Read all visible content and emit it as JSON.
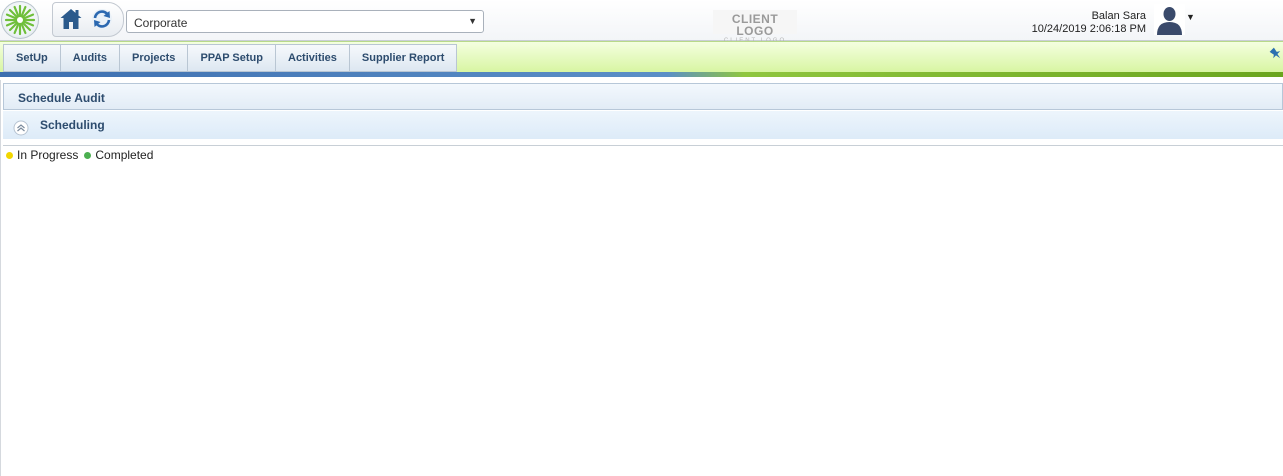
{
  "header": {
    "site_select": {
      "value": "Corporate"
    },
    "client_logo": {
      "main": "CLIENT LOGO",
      "sub": "CLIENT LOGO"
    },
    "user": {
      "name": "Balan Sara",
      "datetime": "10/24/2019 2:06:18 PM"
    }
  },
  "nav": {
    "tabs": [
      {
        "label": "SetUp"
      },
      {
        "label": "Audits"
      },
      {
        "label": "Projects"
      },
      {
        "label": "PPAP Setup"
      },
      {
        "label": "Activities"
      },
      {
        "label": "Supplier Report"
      }
    ]
  },
  "page": {
    "title": "Schedule Audit",
    "section": "Scheduling"
  },
  "legend": [
    {
      "label": "In Progress",
      "color": "#f2d600"
    },
    {
      "label": "Completed",
      "color": "#4caf50"
    }
  ],
  "colors": {
    "nav_green": "#d7f5a0",
    "header_text_blue": "#2d4c6e"
  },
  "icons": {
    "app_logo": "starburst-logo-icon",
    "home": "home-icon",
    "refresh": "refresh-icon",
    "avatar": "user-avatar-icon",
    "pin": "pin-icon",
    "collapse": "collapse-up-icon"
  }
}
